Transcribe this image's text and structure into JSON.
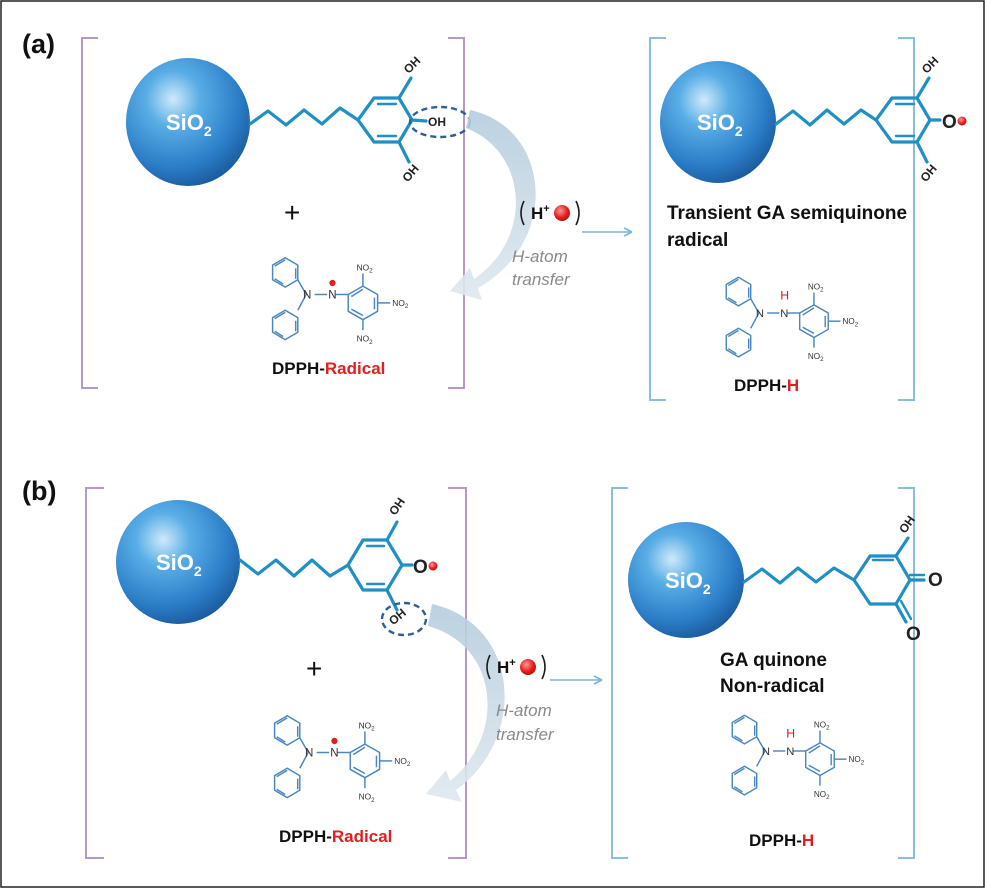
{
  "panel_a": {
    "label": "(a)",
    "support": "SiO",
    "support_sub": "2",
    "hydroxyl": "OH",
    "oxygen": "O",
    "plus": "+",
    "hplus": "H",
    "hplus_sup": "+",
    "transfer_line1": "H-atom",
    "transfer_line2": "transfer",
    "reactant_prefix": "DPPH-",
    "reactant_suffix": "Radical",
    "product_state_line1": "Transient GA semiquinone",
    "product_state_line2": "radical",
    "product_prefix": "DPPH-",
    "product_suffix": "H"
  },
  "panel_b": {
    "label": "(b)",
    "support": "SiO",
    "support_sub": "2",
    "hydroxyl": "OH",
    "oxygen": "O",
    "plus": "+",
    "hplus": "H",
    "hplus_sup": "+",
    "transfer_line1": "H-atom",
    "transfer_line2": "transfer",
    "reactant_prefix": "DPPH-",
    "reactant_suffix": "Radical",
    "product_state_line1": "GA quinone",
    "product_state_line2": "Non-radical",
    "product_prefix": "DPPH-",
    "product_suffix": "H"
  },
  "dpph": {
    "nitrogen": "N",
    "nitro": "NO",
    "nitro_sub": "2",
    "hydrogen": "H"
  },
  "colors": {
    "sphere": "#2f7fc8",
    "bond": "#1f8fc4",
    "radical": "#e02020",
    "bracket_reactant": "#b898c6",
    "bracket_product": "#8cbddd",
    "transfer_arrow": "#c9d8e4"
  }
}
